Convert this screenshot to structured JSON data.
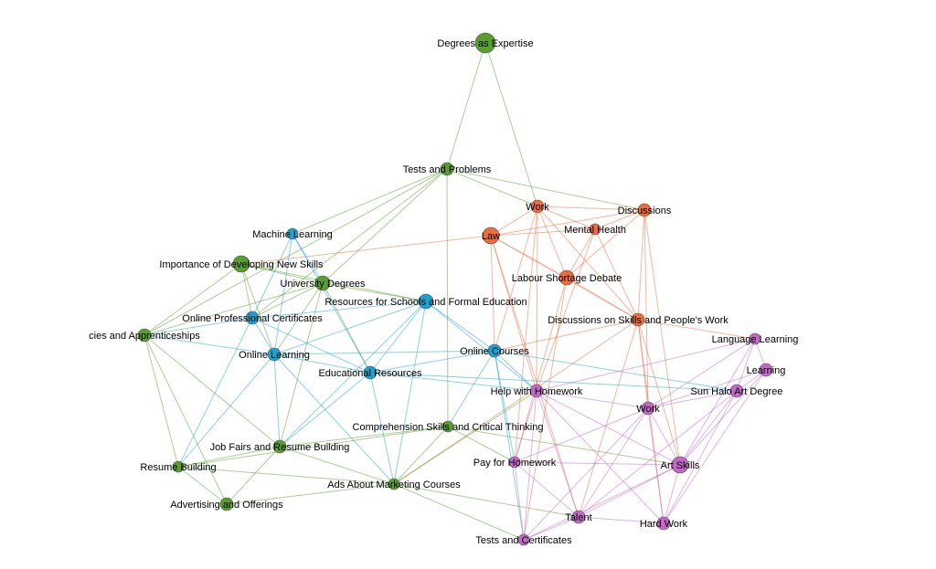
{
  "colors": {
    "green": "#5a9e2f",
    "blue": "#1aa3d0",
    "orange": "#ee6b3b",
    "purple": "#c468c8"
  },
  "nodes": [
    {
      "id": "degrees-as-expertise",
      "label": "Degrees as Expertise",
      "group": "green"
    },
    {
      "id": "tests-and-problems",
      "label": "Tests and Problems",
      "group": "green"
    },
    {
      "id": "importance-new-skills",
      "label": "Importance of Developing New Skills",
      "group": "green"
    },
    {
      "id": "university-degrees",
      "label": "University Degrees",
      "group": "green"
    },
    {
      "id": "apprenticeships",
      "label": "cies and Apprenticeships",
      "group": "green"
    },
    {
      "id": "comprehension-skills",
      "label": "Comprehension Skills and Critical Thinking",
      "group": "green"
    },
    {
      "id": "job-fairs",
      "label": "Job Fairs and Resume Building",
      "group": "green"
    },
    {
      "id": "resume-building",
      "label": "Resume Building",
      "group": "green"
    },
    {
      "id": "ads-marketing-courses",
      "label": "Ads About Marketing Courses",
      "group": "green"
    },
    {
      "id": "advertising-offerings",
      "label": "Advertising and Offerings",
      "group": "green"
    },
    {
      "id": "machine-learning",
      "label": "Machine Learning",
      "group": "blue"
    },
    {
      "id": "resources-schools",
      "label": "Resources for Schools and Formal Education",
      "group": "blue"
    },
    {
      "id": "online-professional-certificates",
      "label": "Online Professional Certificates",
      "group": "blue"
    },
    {
      "id": "online-learning",
      "label": "Online Learning",
      "group": "blue"
    },
    {
      "id": "educational-resources",
      "label": "Educational Resources",
      "group": "blue"
    },
    {
      "id": "online-courses",
      "label": "Online Courses",
      "group": "blue"
    },
    {
      "id": "work-orange",
      "label": "Work",
      "group": "orange"
    },
    {
      "id": "discussions",
      "label": "Discussions",
      "group": "orange"
    },
    {
      "id": "mental-health",
      "label": "Mental Health",
      "group": "orange"
    },
    {
      "id": "law",
      "label": "Law",
      "group": "orange"
    },
    {
      "id": "labour-shortage",
      "label": "Labour Shortage Debate",
      "group": "orange"
    },
    {
      "id": "discussions-skills",
      "label": "Discussions on Skills and People's Work",
      "group": "orange"
    },
    {
      "id": "language-learning",
      "label": "Language Learning",
      "group": "purple"
    },
    {
      "id": "learning",
      "label": "Learning",
      "group": "purple"
    },
    {
      "id": "sun-halo",
      "label": "Sun Halo Art Degree",
      "group": "purple"
    },
    {
      "id": "help-homework",
      "label": "Help with Homework",
      "group": "purple"
    },
    {
      "id": "work-purple",
      "label": "Work",
      "group": "purple"
    },
    {
      "id": "pay-homework",
      "label": "Pay for Homework",
      "group": "purple"
    },
    {
      "id": "art-skills",
      "label": "Art Skills",
      "group": "purple"
    },
    {
      "id": "talent",
      "label": "Talent",
      "group": "purple"
    },
    {
      "id": "hard-work",
      "label": "Hard Work",
      "group": "purple"
    },
    {
      "id": "tests-certificates",
      "label": "Tests and Certificates",
      "group": "purple"
    }
  ],
  "edges": [
    [
      "degrees-as-expertise",
      "tests-and-problems"
    ],
    [
      "degrees-as-expertise",
      "work-orange"
    ],
    [
      "tests-and-problems",
      "work-orange"
    ],
    [
      "tests-and-problems",
      "discussions"
    ],
    [
      "tests-and-problems",
      "machine-learning"
    ],
    [
      "tests-and-problems",
      "university-degrees"
    ],
    [
      "tests-and-problems",
      "online-professional-certificates"
    ],
    [
      "tests-and-problems",
      "comprehension-skills"
    ],
    [
      "tests-and-problems",
      "apprenticeships"
    ],
    [
      "work-orange",
      "discussions"
    ],
    [
      "work-orange",
      "mental-health"
    ],
    [
      "work-orange",
      "law"
    ],
    [
      "work-orange",
      "labour-shortage"
    ],
    [
      "work-orange",
      "discussions-skills"
    ],
    [
      "work-orange",
      "online-courses"
    ],
    [
      "work-orange",
      "help-homework"
    ],
    [
      "work-orange",
      "pay-homework"
    ],
    [
      "discussions",
      "mental-health"
    ],
    [
      "discussions",
      "law"
    ],
    [
      "discussions",
      "labour-shortage"
    ],
    [
      "discussions",
      "discussions-skills"
    ],
    [
      "discussions",
      "work-purple"
    ],
    [
      "discussions",
      "art-skills"
    ],
    [
      "mental-health",
      "law"
    ],
    [
      "mental-health",
      "labour-shortage"
    ],
    [
      "mental-health",
      "discussions-skills"
    ],
    [
      "mental-health",
      "help-homework"
    ],
    [
      "law",
      "labour-shortage"
    ],
    [
      "law",
      "discussions-skills"
    ],
    [
      "law",
      "importance-new-skills"
    ],
    [
      "law",
      "online-courses"
    ],
    [
      "law",
      "help-homework"
    ],
    [
      "law",
      "talent"
    ],
    [
      "labour-shortage",
      "discussions-skills"
    ],
    [
      "labour-shortage",
      "pay-homework"
    ],
    [
      "labour-shortage",
      "tests-certificates"
    ],
    [
      "discussions-skills",
      "work-purple"
    ],
    [
      "discussions-skills",
      "art-skills"
    ],
    [
      "discussions-skills",
      "hard-work"
    ],
    [
      "discussions-skills",
      "language-learning"
    ],
    [
      "discussions-skills",
      "online-courses"
    ],
    [
      "discussions-skills",
      "ads-marketing-courses"
    ],
    [
      "discussions-skills",
      "talent"
    ],
    [
      "machine-learning",
      "university-degrees"
    ],
    [
      "machine-learning",
      "online-professional-certificates"
    ],
    [
      "machine-learning",
      "online-learning"
    ],
    [
      "machine-learning",
      "educational-resources"
    ],
    [
      "importance-new-skills",
      "university-degrees"
    ],
    [
      "importance-new-skills",
      "online-professional-certificates"
    ],
    [
      "importance-new-skills",
      "online-learning"
    ],
    [
      "importance-new-skills",
      "apprenticeships"
    ],
    [
      "importance-new-skills",
      "resources-schools"
    ],
    [
      "university-degrees",
      "resources-schools"
    ],
    [
      "university-degrees",
      "online-professional-certificates"
    ],
    [
      "university-degrees",
      "online-learning"
    ],
    [
      "university-degrees",
      "educational-resources"
    ],
    [
      "university-degrees",
      "job-fairs"
    ],
    [
      "university-degrees",
      "apprenticeships"
    ],
    [
      "resources-schools",
      "online-professional-certificates"
    ],
    [
      "resources-schools",
      "online-learning"
    ],
    [
      "resources-schools",
      "educational-resources"
    ],
    [
      "resources-schools",
      "online-courses"
    ],
    [
      "resources-schools",
      "help-homework"
    ],
    [
      "resources-schools",
      "job-fairs"
    ],
    [
      "resources-schools",
      "ads-marketing-courses"
    ],
    [
      "online-professional-certificates",
      "online-learning"
    ],
    [
      "online-professional-certificates",
      "apprenticeships"
    ],
    [
      "online-professional-certificates",
      "resume-building"
    ],
    [
      "online-professional-certificates",
      "educational-resources"
    ],
    [
      "online-learning",
      "educational-resources"
    ],
    [
      "online-learning",
      "online-courses"
    ],
    [
      "online-learning",
      "job-fairs"
    ],
    [
      "online-learning",
      "resume-building"
    ],
    [
      "online-learning",
      "ads-marketing-courses"
    ],
    [
      "online-learning",
      "apprenticeships"
    ],
    [
      "educational-resources",
      "online-courses"
    ],
    [
      "educational-resources",
      "help-homework"
    ],
    [
      "educational-resources",
      "ads-marketing-courses"
    ],
    [
      "educational-resources",
      "job-fairs"
    ],
    [
      "educational-resources",
      "sun-halo"
    ],
    [
      "online-courses",
      "help-homework"
    ],
    [
      "online-courses",
      "pay-homework"
    ],
    [
      "online-courses",
      "sun-halo"
    ],
    [
      "online-courses",
      "comprehension-skills"
    ],
    [
      "online-courses",
      "tests-certificates"
    ],
    [
      "apprenticeships",
      "resume-building"
    ],
    [
      "apprenticeships",
      "advertising-offerings"
    ],
    [
      "apprenticeships",
      "job-fairs"
    ],
    [
      "comprehension-skills",
      "job-fairs"
    ],
    [
      "comprehension-skills",
      "ads-marketing-courses"
    ],
    [
      "comprehension-skills",
      "art-skills"
    ],
    [
      "comprehension-skills",
      "pay-homework"
    ],
    [
      "comprehension-skills",
      "resume-building"
    ],
    [
      "job-fairs",
      "resume-building"
    ],
    [
      "job-fairs",
      "advertising-offerings"
    ],
    [
      "job-fairs",
      "ads-marketing-courses"
    ],
    [
      "resume-building",
      "advertising-offerings"
    ],
    [
      "resume-building",
      "ads-marketing-courses"
    ],
    [
      "advertising-offerings",
      "ads-marketing-courses"
    ],
    [
      "ads-marketing-courses",
      "tests-certificates"
    ],
    [
      "ads-marketing-courses",
      "help-homework"
    ],
    [
      "ads-marketing-courses",
      "talent"
    ],
    [
      "language-learning",
      "learning"
    ],
    [
      "language-learning",
      "sun-halo"
    ],
    [
      "language-learning",
      "work-purple"
    ],
    [
      "language-learning",
      "art-skills"
    ],
    [
      "language-learning",
      "help-homework"
    ],
    [
      "learning",
      "sun-halo"
    ],
    [
      "learning",
      "work-purple"
    ],
    [
      "learning",
      "art-skills"
    ],
    [
      "learning",
      "hard-work"
    ],
    [
      "sun-halo",
      "work-purple"
    ],
    [
      "sun-halo",
      "art-skills"
    ],
    [
      "sun-halo",
      "hard-work"
    ],
    [
      "sun-halo",
      "talent"
    ],
    [
      "help-homework",
      "work-purple"
    ],
    [
      "help-homework",
      "pay-homework"
    ],
    [
      "help-homework",
      "art-skills"
    ],
    [
      "help-homework",
      "talent"
    ],
    [
      "help-homework",
      "tests-certificates"
    ],
    [
      "help-homework",
      "hard-work"
    ],
    [
      "work-purple",
      "art-skills"
    ],
    [
      "work-purple",
      "pay-homework"
    ],
    [
      "work-purple",
      "talent"
    ],
    [
      "work-purple",
      "hard-work"
    ],
    [
      "work-purple",
      "tests-certificates"
    ],
    [
      "pay-homework",
      "art-skills"
    ],
    [
      "pay-homework",
      "talent"
    ],
    [
      "pay-homework",
      "tests-certificates"
    ],
    [
      "art-skills",
      "talent"
    ],
    [
      "art-skills",
      "hard-work"
    ],
    [
      "art-skills",
      "tests-certificates"
    ],
    [
      "talent",
      "hard-work"
    ],
    [
      "talent",
      "tests-certificates"
    ]
  ]
}
